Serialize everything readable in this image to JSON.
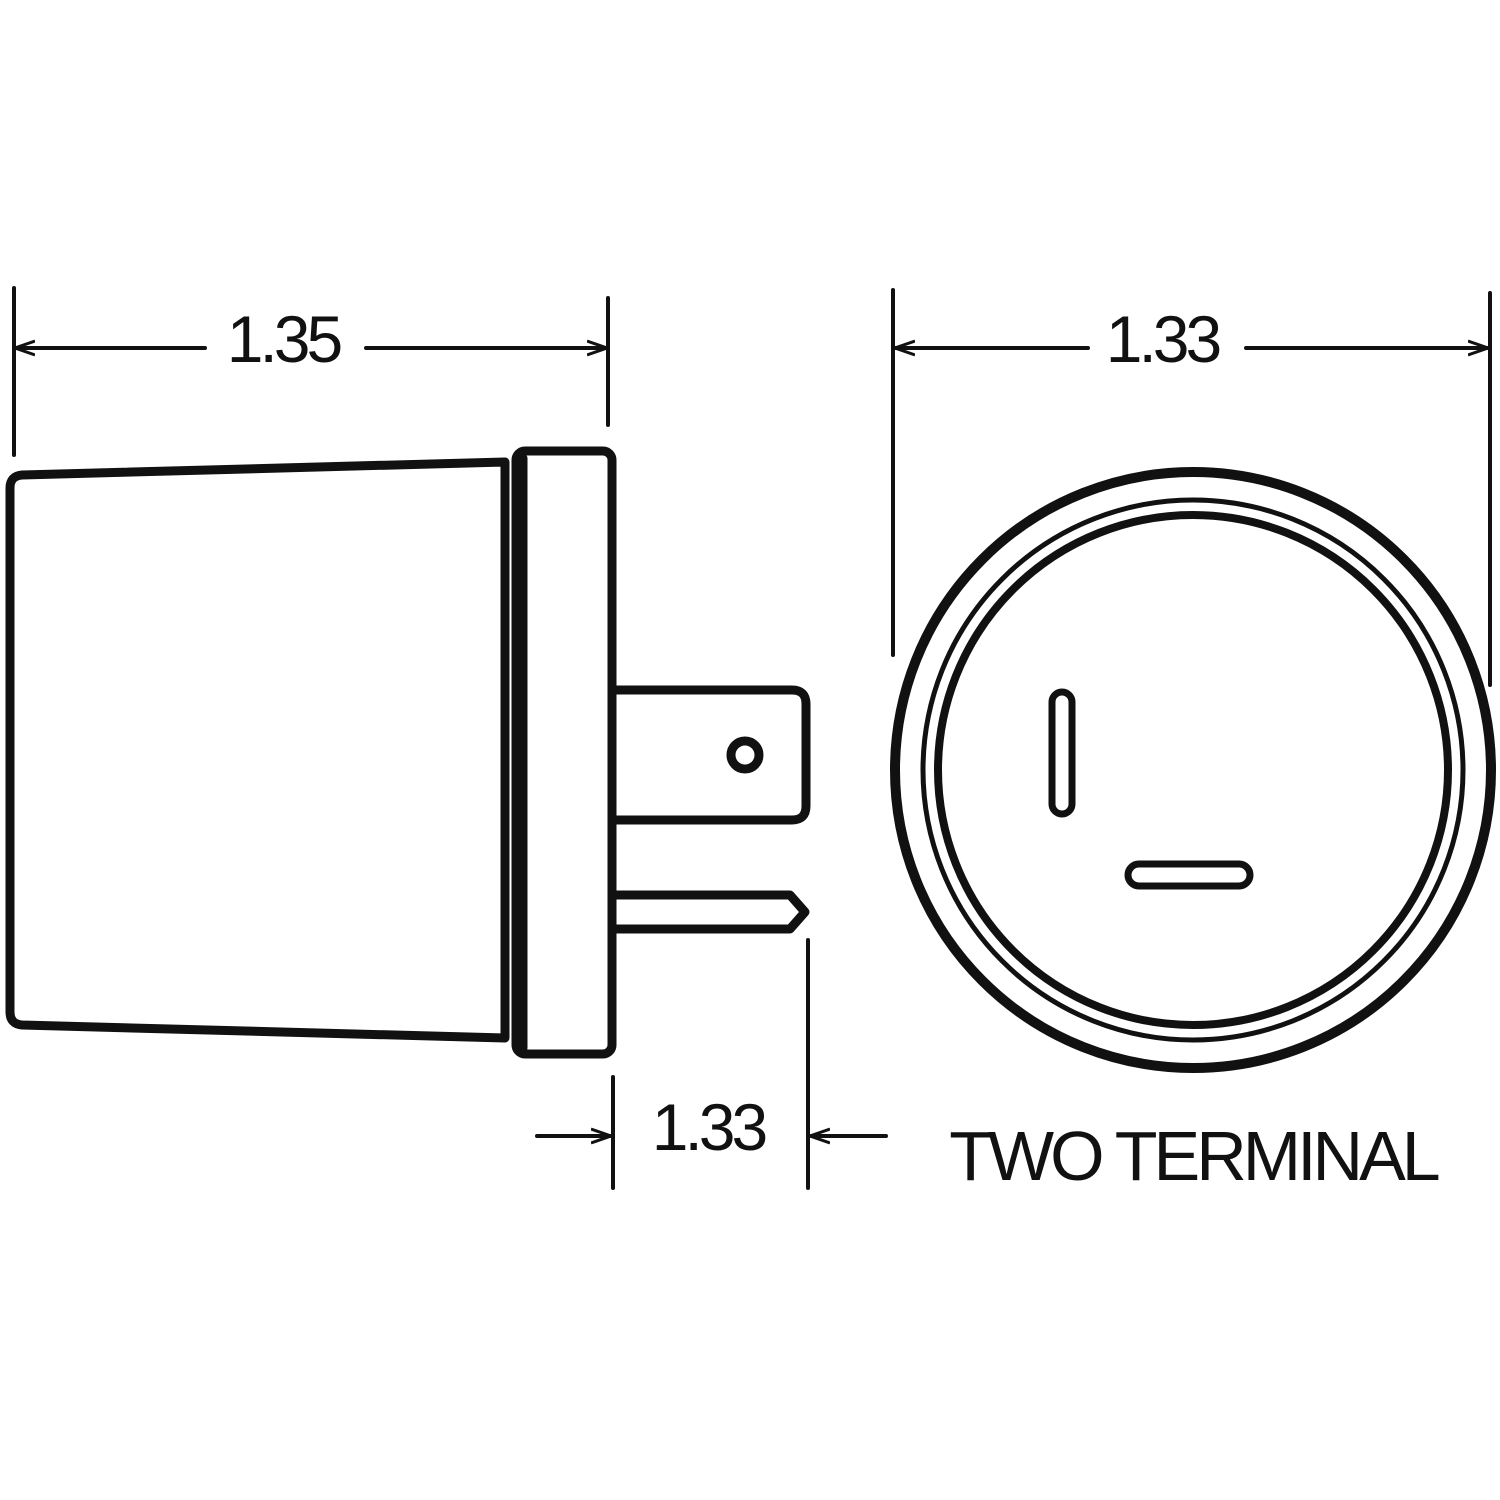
{
  "dimensions": {
    "side_length": "1.35",
    "face_diameter": "1.33",
    "terminal_length": "1.33"
  },
  "caption": "TWO TERMINAL",
  "colors": {
    "line": "#111111",
    "background": "#ffffff"
  }
}
